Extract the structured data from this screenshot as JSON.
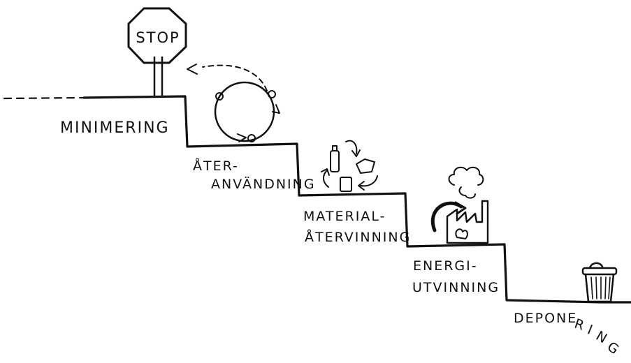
{
  "sign": {
    "text": "STOP"
  },
  "steps": [
    {
      "lines": [
        "MINIMERING"
      ]
    },
    {
      "lines": [
        "ÅTER-",
        "ANVÄNDNING"
      ]
    },
    {
      "lines": [
        "MATERIAL-",
        "ÅTERVINNING"
      ]
    },
    {
      "lines": [
        "ENERGI-",
        "UTVINNING"
      ]
    },
    {
      "lines": [
        "DEPONE",
        "R",
        "I",
        "N",
        "G"
      ]
    }
  ],
  "colors": {
    "ink": "#111111",
    "paper": "#ffffff"
  },
  "icons": [
    "stop-sign-icon",
    "reuse-cycle-icon",
    "recycling-icon",
    "factory-icon",
    "trash-can-icon"
  ]
}
